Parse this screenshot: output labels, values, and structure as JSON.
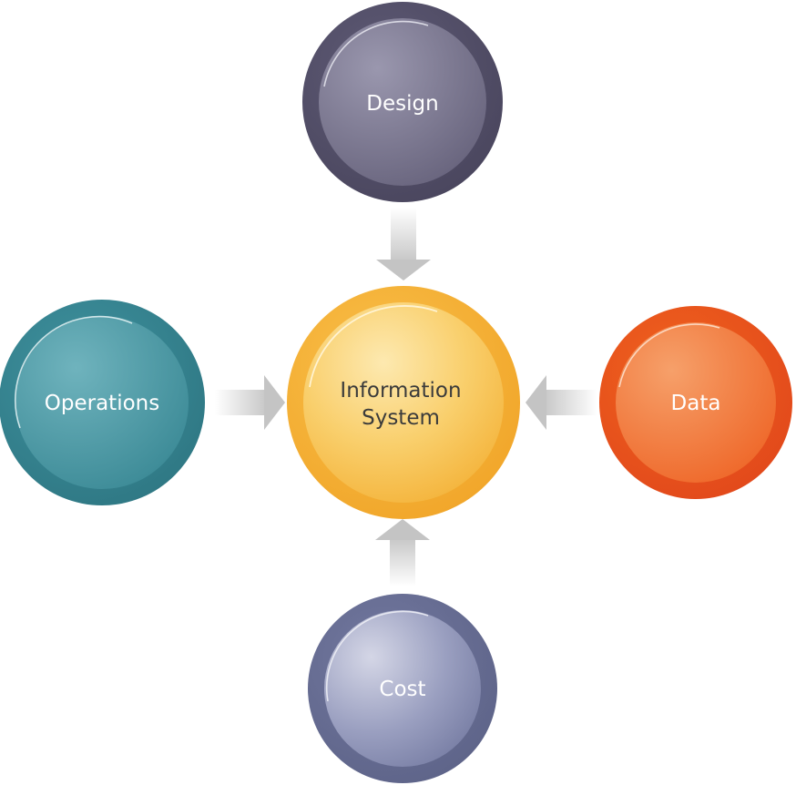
{
  "center": {
    "line1": "Information",
    "line2": "System",
    "color": "#f5b335"
  },
  "nodes": {
    "design": {
      "label": "Design",
      "color": "#5c5872"
    },
    "operations": {
      "label": "Operations",
      "color": "#3f8e9b"
    },
    "data": {
      "label": "Data",
      "color": "#ee5a21"
    },
    "cost": {
      "label": "Cost",
      "color": "#737aa2"
    }
  },
  "arrow_color": "#c8c8c8"
}
